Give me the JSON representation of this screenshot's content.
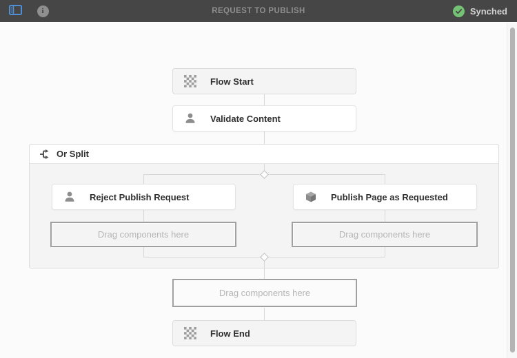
{
  "topbar": {
    "title": "REQUEST TO PUBLISH",
    "sync_label": "Synched",
    "info_glyph": "i"
  },
  "workflow": {
    "flow_start_label": "Flow Start",
    "validate_label": "Validate Content",
    "or_split_label": "Or Split",
    "reject_label": "Reject Publish Request",
    "publish_label": "Publish Page as Requested",
    "flow_end_label": "Flow End",
    "dropzone_label": "Drag components here"
  },
  "colors": {
    "topbar_bg": "#464646",
    "title_text": "#8e8e8e",
    "sync_green": "#74c374",
    "panel_icon_blue": "#4e8fd5",
    "canvas_bg": "#fbfbfb",
    "split_body_bg": "#f4f4f4",
    "gray_node_bg": "#f4f4f4",
    "connector_gray": "#d7d7d7",
    "dropzone_border": "#a0a0a0",
    "node_label_text": "#2f2f2f"
  }
}
